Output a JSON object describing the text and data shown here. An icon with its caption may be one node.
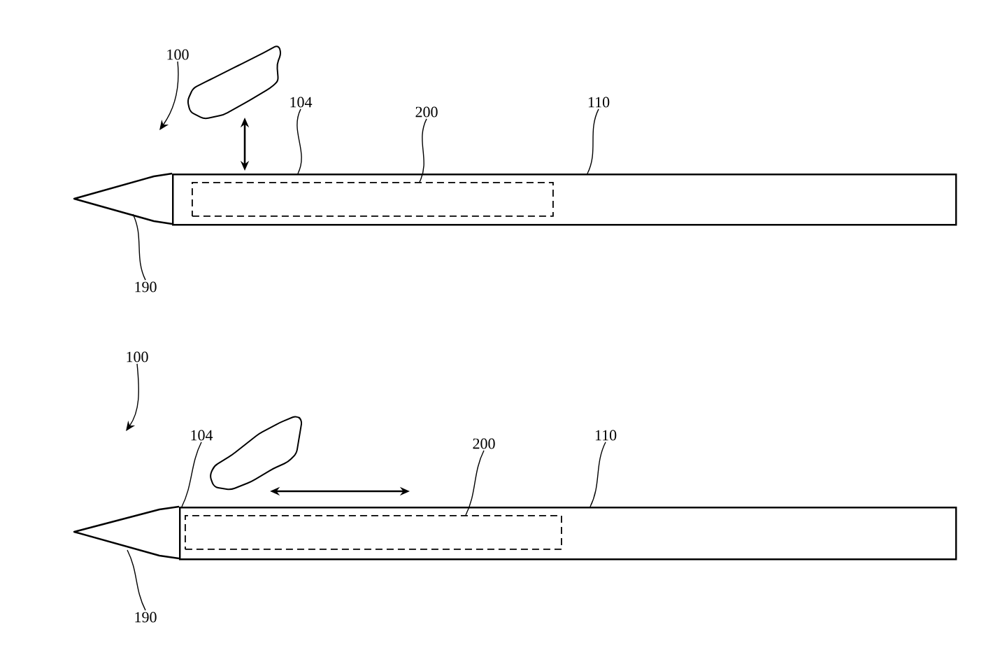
{
  "diagram": {
    "nodes": [
      {
        "text": [
          "100"
        ]
      },
      {
        "text": [],
        "shape": "picture"
      },
      {
        "text": [
          "104"
        ]
      },
      {
        "text": [
          "200"
        ]
      },
      {
        "text": [
          "110"
        ]
      },
      {
        "text": [],
        "shape": "box"
      },
      {
        "text": [],
        "shape": "box",
        "in": 5
      },
      {
        "text": [],
        "shape": "cone"
      },
      {
        "text": [
          "190"
        ]
      },
      {
        "text": [
          "100"
        ]
      },
      {
        "text": [],
        "shape": "picture"
      },
      {
        "text": [
          "104"
        ]
      },
      {
        "text": [
          "200"
        ]
      },
      {
        "text": [
          "110"
        ]
      },
      {
        "text": [],
        "shape": "box"
      },
      {
        "text": [],
        "shape": "box",
        "in": 14
      },
      {
        "text": [],
        "shape": "cone"
      },
      {
        "text": [
          "190"
        ]
      }
    ],
    "edges": [
      {
        "from": 0,
        "to": null,
        "arrow": "to"
      },
      {
        "from": 2,
        "to": 5,
        "arrow": "none"
      },
      {
        "from": 3,
        "to": 6,
        "arrow": "none"
      },
      {
        "from": 4,
        "to": 5,
        "arrow": "none"
      },
      {
        "from": 8,
        "to": 7,
        "arrow": "none"
      },
      {
        "from": 9,
        "to": null,
        "arrow": "to"
      },
      {
        "from": 11,
        "to": 14,
        "arrow": "none"
      },
      {
        "from": 12,
        "to": 15,
        "arrow": "none"
      },
      {
        "from": 13,
        "to": 14,
        "arrow": "none"
      },
      {
        "from": 17,
        "to": 16,
        "arrow": "none"
      }
    ]
  }
}
